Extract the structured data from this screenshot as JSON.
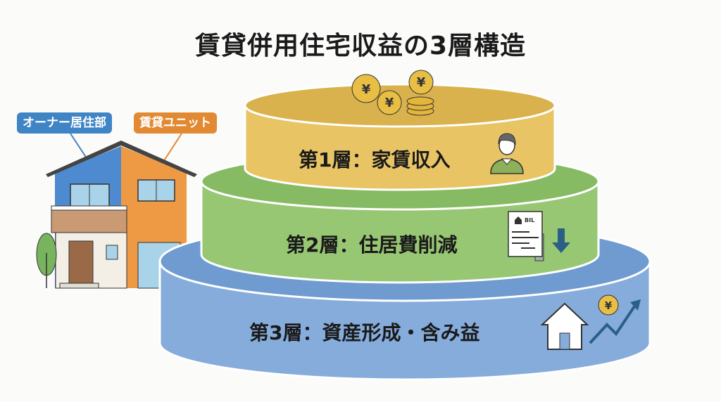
{
  "title": "賃貸併用住宅収益の3層構造",
  "house": {
    "owner_label": "オーナー居住部",
    "rental_label": "賃貸ユニット"
  },
  "layers": [
    {
      "label": "第1層：家賃収入",
      "icon": "tenant-person-icon",
      "color": "#e3bc5a"
    },
    {
      "label": "第2層：住居費削減",
      "icon": "bill-down-arrow-icon",
      "color": "#98c774",
      "bill_text": "BIL"
    },
    {
      "label": "第3層：資産形成・含み益",
      "icon": "house-growth-icon",
      "color": "#86acdb"
    }
  ],
  "coin_symbol": "¥"
}
